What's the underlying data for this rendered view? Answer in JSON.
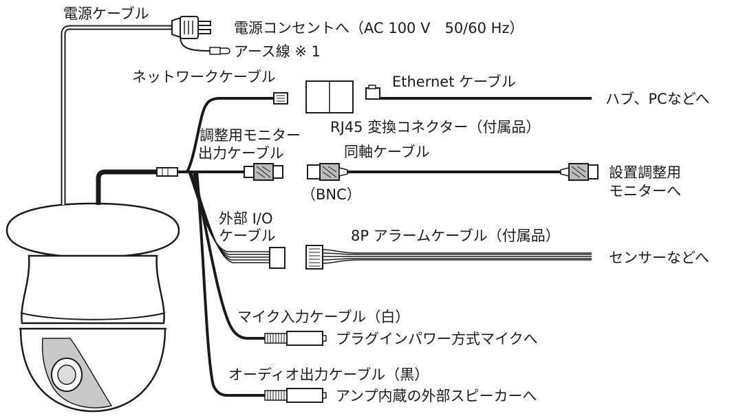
{
  "diagram": {
    "power_cable": "電源ケーブル",
    "to_outlet": "電源コンセントへ（AC 100 V　50/60 Hz）",
    "ground_wire": "アース線 ※ 1",
    "network_cable": "ネットワークケーブル",
    "ethernet_cable": "Ethernet ケーブル",
    "to_hub": "ハブ、PCなどへ",
    "rj45_adapter": "RJ45 変換コネクター（付属品）",
    "monitor_out_line1": "調整用モニター",
    "monitor_out_line2": "出力ケーブル",
    "coax_cable": "同軸ケーブル",
    "bnc": "（BNC）",
    "to_monitor_line1": "設置調整用",
    "to_monitor_line2": "モニターへ",
    "ext_io_line1": "外部 I/O",
    "ext_io_line2": "ケーブル",
    "alarm_cable": "8P アラームケーブル（付属品）",
    "to_sensor": "センサーなどへ",
    "mic_in_cable": "マイク入力ケーブル（白）",
    "to_mic": "プラグインパワー方式マイクへ",
    "audio_out_cable": "オーディオ出力ケーブル（黒）",
    "to_speaker": "アンプ内蔵の外部スピーカーへ"
  }
}
